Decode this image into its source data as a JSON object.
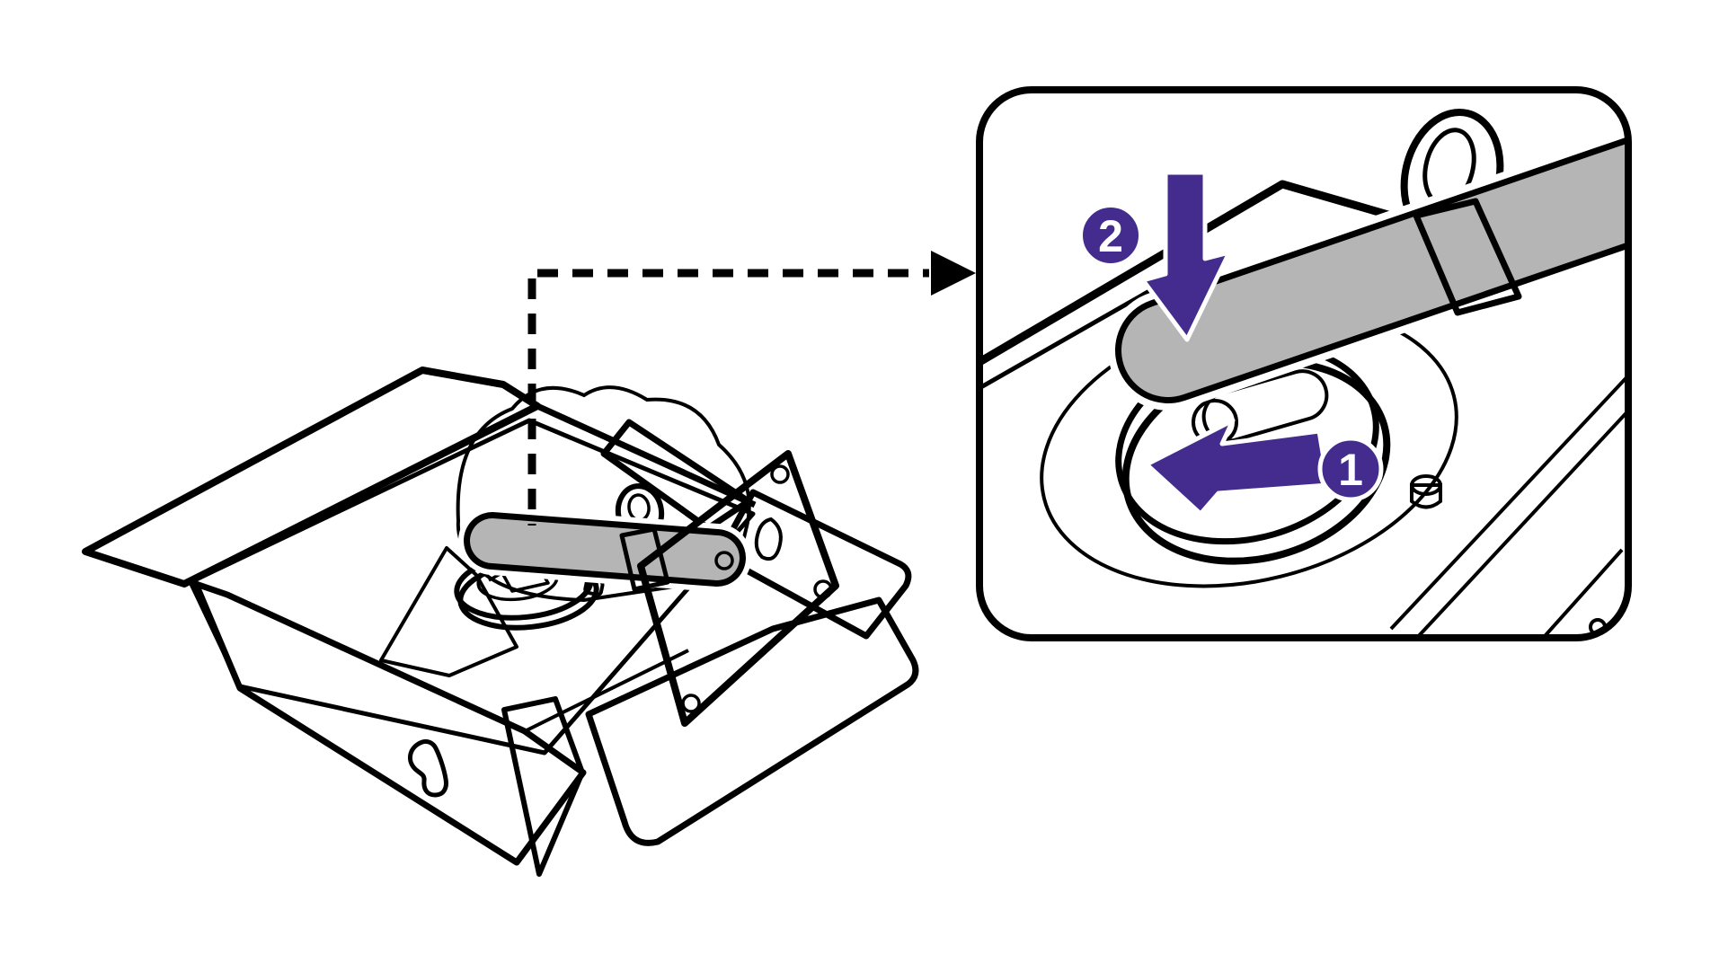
{
  "colors": {
    "background": "#ffffff",
    "line_black": "#000000",
    "metal_gray": "#b5b5b5",
    "accent_purple": "#432c8d",
    "badge_text": "#ffffff"
  },
  "callout": {
    "steps": [
      {
        "number": "1",
        "icon": "left-arrow-icon"
      },
      {
        "number": "2",
        "icon": "down-arrow-icon"
      }
    ]
  },
  "connector": {
    "style": "dashed",
    "icon": "arrowhead-right-icon"
  }
}
